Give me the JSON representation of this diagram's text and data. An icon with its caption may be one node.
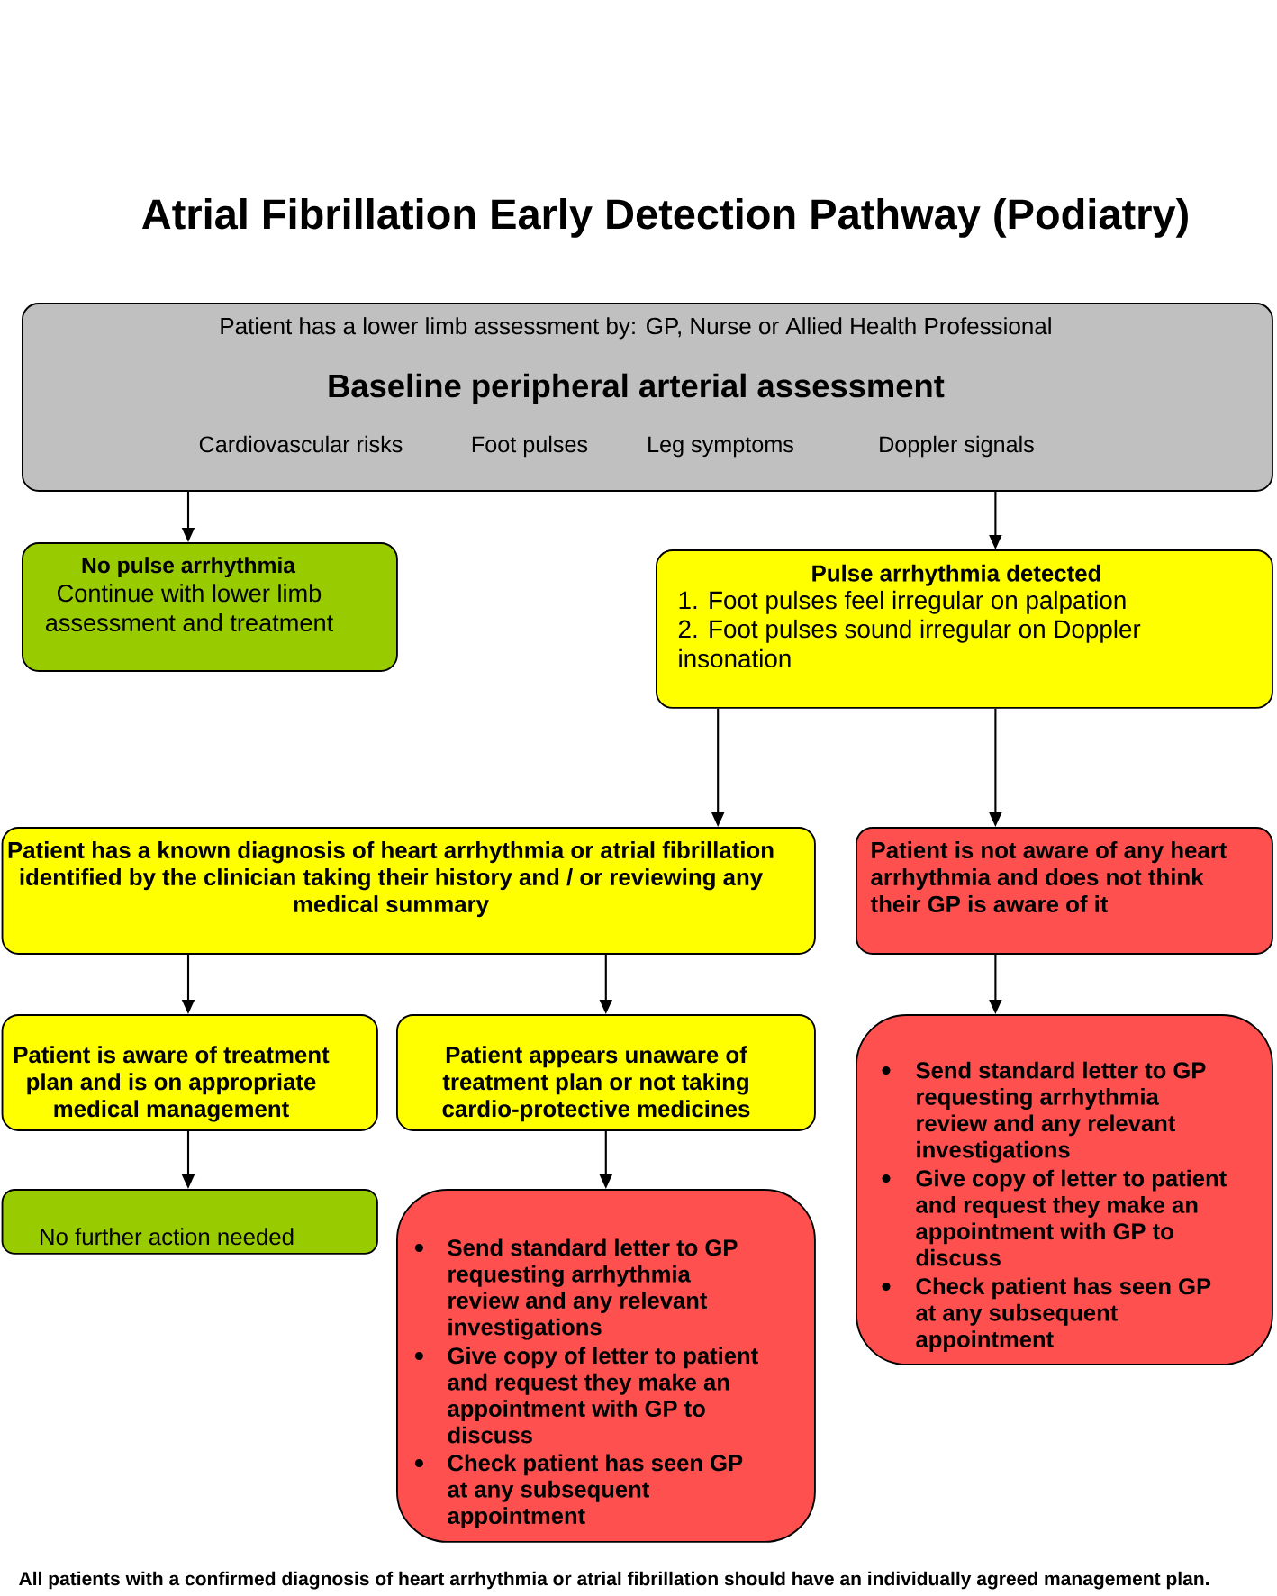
{
  "diagram": {
    "title": "Atrial Fibrillation Early Detection Pathway (Podiatry)",
    "nodes": [
      {
        "text": [
          "Patient has a lower limb assessment by: GP, Nurse or Allied Health Professional",
          "Baseline peripheral arterial assessment",
          "Cardiovascular risks",
          "Foot pulses",
          "Leg symptoms",
          "Doppler signals"
        ]
      },
      {
        "text": [
          "No pulse arrhythmia",
          "Continue with lower limb assessment and treatment"
        ]
      },
      {
        "text": [
          "Pulse arrhythmia detected",
          "1. Foot pulses feel irregular on palpation",
          "2. Foot pulses sound irregular on Doppler insonation"
        ]
      },
      {
        "text": [
          "Patient has a known diagnosis of heart arrhythmia or atrial fibrillation identified by the clinician taking their history and / or reviewing any medical summary"
        ]
      },
      {
        "text": [
          "Patient is not aware of any heart arrhythmia and does not think their GP is aware of it"
        ]
      },
      {
        "text": [
          "Patient is aware of treatment plan and is on appropriate medical management"
        ]
      },
      {
        "text": [
          "Patient appears unaware of treatment plan or not taking cardio-protective medicines"
        ]
      },
      {
        "text": [
          "Send standard letter to GP requesting arrhythmia review and any relevant investigations",
          "Give copy of letter to patient and request they make an appointment with GP to discuss",
          "Check patient has seen GP at any subsequent appointment"
        ]
      },
      {
        "text": [
          "No further action needed"
        ]
      },
      {
        "text": [
          "Send standard letter to GP requesting arrhythmia review and any relevant investigations",
          "Give copy of letter to patient and request they make an appointment with GP to discuss",
          "Check patient has seen GP at any subsequent appointment"
        ]
      }
    ],
    "edges": [
      {
        "from": 0,
        "to": 1,
        "arrow": "to"
      },
      {
        "from": 0,
        "to": 2,
        "arrow": "to"
      },
      {
        "from": 2,
        "to": 3,
        "arrow": "to"
      },
      {
        "from": 2,
        "to": 4,
        "arrow": "to"
      },
      {
        "from": 3,
        "to": 5,
        "arrow": "to"
      },
      {
        "from": 3,
        "to": 6,
        "arrow": "to"
      },
      {
        "from": 4,
        "to": 7,
        "arrow": "to"
      },
      {
        "from": 5,
        "to": 8,
        "arrow": "to"
      },
      {
        "from": 6,
        "to": 9,
        "arrow": "to"
      }
    ],
    "labels": [
      "All patients with a confirmed diagnosis of heart arrhythmia or atrial fibrillation should have an individually agreed management plan."
    ]
  }
}
